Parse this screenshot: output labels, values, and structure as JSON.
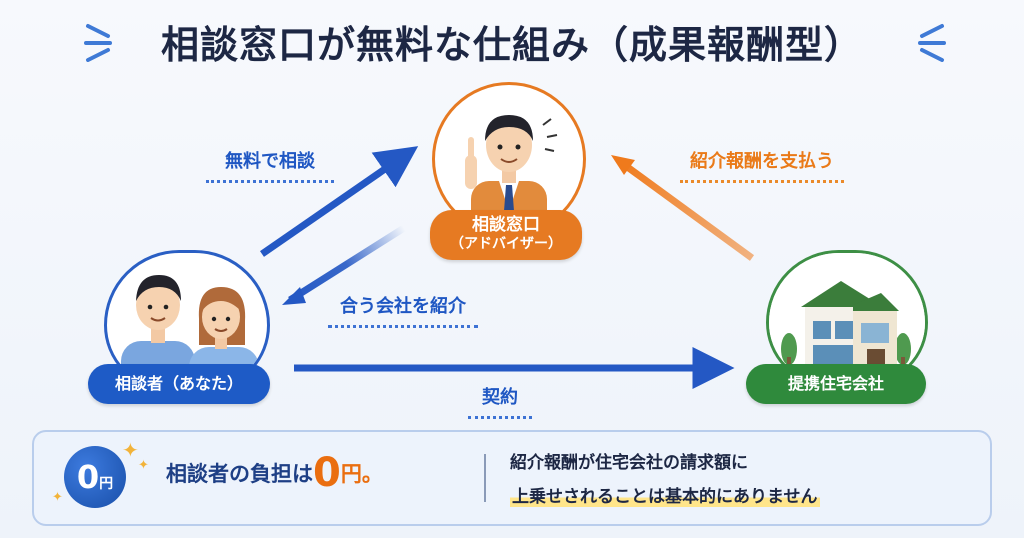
{
  "title": "相談窓口が無料な仕組み（成果報酬型）",
  "nodes": {
    "advisor": {
      "name": "相談窓口",
      "sub": "（アドバイザー）",
      "color": "#e67a22"
    },
    "consumer": {
      "name": "相談者（あなた）",
      "color": "#1e5bc6"
    },
    "partner": {
      "name": "提携住宅会社",
      "color": "#2f8a3c"
    }
  },
  "flows": {
    "free_consult": "無料で相談",
    "pay_fee": "紹介報酬を支払う",
    "introduce": "合う会社を紹介",
    "contract": "契約"
  },
  "bottom": {
    "badge_num": "0",
    "badge_unit": "円",
    "burden_prefix": "相談者の負担は",
    "burden_num": "0",
    "burden_suffix": "円。",
    "note_line1": "紹介報酬が住宅会社の請求額に",
    "note_line2": "上乗せされることは基本的にありません"
  },
  "colors": {
    "blue": "#1e5bc6",
    "orange": "#e67a22",
    "green": "#2f8a3c"
  }
}
